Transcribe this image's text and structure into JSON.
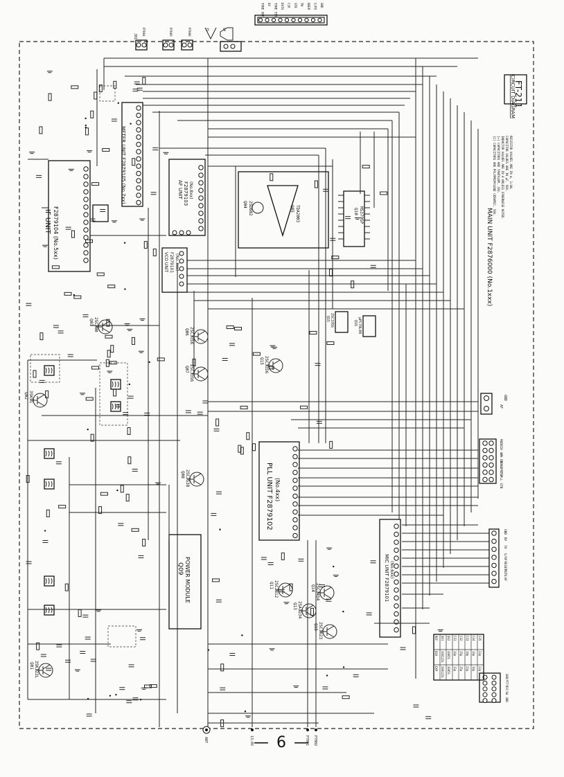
{
  "sheet": {
    "title": "FT-211",
    "subtitle": "CIRCUIT DIAGRAM",
    "page_number": "— 6 —",
    "main_unit": "MAIN UNIT F2876000 (No.1xxx)",
    "notes": [
      "RESISTOR VALUES ARE IN Ω, 1/4W,",
      "CAPACITOR VALUES ARE IN μF, 50V,",
      "INDUCTOR VALUES ARE IN H UNLESS OTHERWISE NOTED.",
      "[+] CAPACITORS ARE TANTALUM, 16V,",
      "[C] CAPACITORS ARE POLYPROPYLENE CERAMIC, 50V."
    ]
  },
  "units": {
    "if_unit": {
      "name": "IF UNIT",
      "part": "F2879104 (No.5xx)"
    },
    "meter_unit": {
      "name": "METER UNIT F2879105 (No.7xx)"
    },
    "af_unit": {
      "name": "AF UNIT",
      "part": "F2879103",
      "sub": "(No.8xx)"
    },
    "vco_unit": {
      "name": "VCO UNIT",
      "part": "F2879101",
      "sub": "(No.3xx)"
    },
    "pll_unit": {
      "name": "PLL UNIT F2879102",
      "sub": "(No.4xx)"
    },
    "mic_unit": {
      "name": "MIC UNIT F2879101",
      "sub": "(No.6xx)"
    },
    "power_module": {
      "ref": "Q09",
      "name": "POWER MODULE"
    }
  },
  "transistors": [
    {
      "ref": "Q01",
      "part": "3SK122L"
    },
    {
      "ref": "Q02",
      "part": "3SK51"
    },
    {
      "ref": "Q03",
      "part": "2SC380"
    },
    {
      "ref": "Q04",
      "part": "2SD882"
    },
    {
      "ref": "Q05",
      "part": "TDA2003"
    },
    {
      "ref": "Q06",
      "part": "2SC3356"
    },
    {
      "ref": "Q07",
      "part": "2SC3356"
    },
    {
      "ref": "Q08",
      "part": "2SC2538"
    },
    {
      "ref": "Q10",
      "part": "M5379SP"
    },
    {
      "ref": "Q11",
      "part": "2SC2812"
    },
    {
      "ref": "Q13",
      "part": "2SA1234"
    },
    {
      "ref": "Q14",
      "part": "2SC3454"
    },
    {
      "ref": "Q15",
      "part": "2SC3356"
    },
    {
      "ref": "Q16",
      "part": "μPC78L08"
    },
    {
      "ref": "Q17",
      "part": "μPC78L05"
    },
    {
      "ref": "Q18",
      "part": "2SC1623"
    }
  ],
  "jacks": [
    {
      "ref": "J01",
      "label": "P7004"
    },
    {
      "ref": "J02",
      "label": "P7005"
    },
    {
      "ref": "J03",
      "label": "P7006"
    },
    {
      "ref": "J04",
      "label": "SP"
    },
    {
      "ref": "J05",
      "label": "J5"
    }
  ],
  "connectors": {
    "top_header": [
      "TONE OUT",
      "8V",
      "TONE STB",
      "DATA",
      "CLK",
      "STB",
      "SW",
      "BEEP",
      "S/PO",
      "GND"
    ],
    "right_a": [
      "GND",
      "AF"
    ],
    "right_b": [
      "MODE",
      "CH UP",
      "CH DN",
      "TONE STB",
      "PTT",
      "PLL STB"
    ],
    "right_c": [
      "GND",
      "8V",
      "5V",
      "S/RF",
      "RESET",
      "MUTE",
      "AF"
    ],
    "right_d": [
      "GND",
      "PTT",
      "MIC",
      "SW",
      "GND"
    ],
    "left_bottom": [
      "ANT"
    ],
    "bottom": [
      "13.8V",
      "P7001",
      "P7002"
    ]
  },
  "parts_table": {
    "header": [
      "REF",
      "USA",
      "EXP"
    ],
    "rows": [
      [
        "Q01",
        "3SK122L",
        "3SK122L"
      ],
      [
        "Q02",
        "3SK51",
        "3SK51"
      ],
      [
        "C31",
        "10p",
        "12p"
      ],
      [
        "C32",
        "15p",
        "15p"
      ],
      [
        "C33",
        "18p",
        "22p"
      ],
      [
        "C34",
        "10p",
        "10p"
      ],
      [
        "C35",
        "22p",
        "22p"
      ]
    ]
  }
}
